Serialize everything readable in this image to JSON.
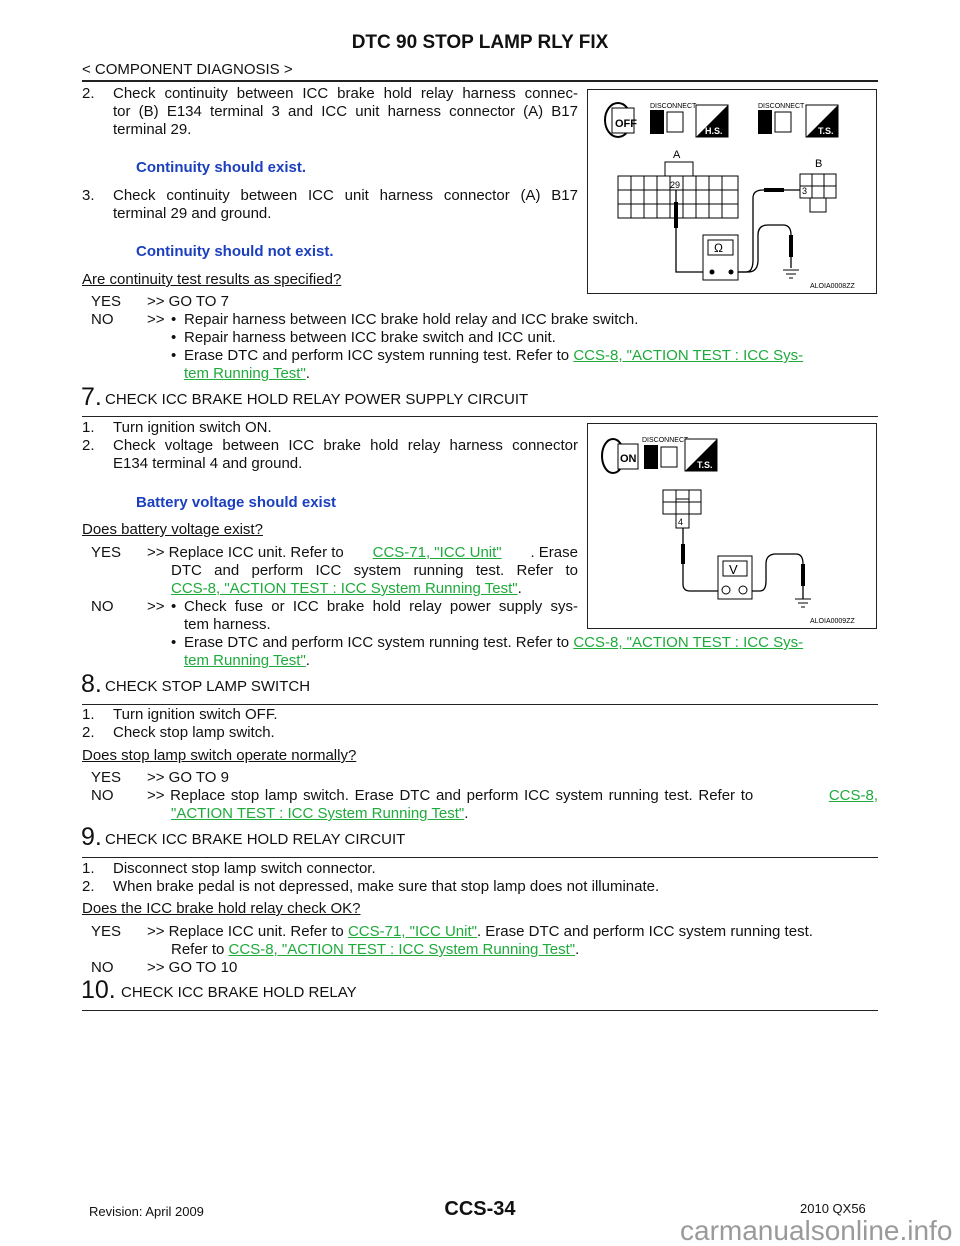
{
  "header": {
    "title": "DTC 90 STOP LAMP RLY FIX",
    "section": "< COMPONENT DIAGNOSIS >"
  },
  "step6_cont": {
    "items": [
      {
        "num": "2.",
        "lines": [
          "Check continuity between ICC brake hold relay harness connec-",
          "tor (B) E134 terminal 3 and ICC unit harness connector (A) B17",
          "terminal 29."
        ]
      },
      {
        "num": "3.",
        "lines": [
          "Check continuity between ICC unit harness connector (A) B17",
          "terminal 29 and ground."
        ]
      }
    ],
    "spec1": "Continuity should exist.",
    "spec2": "Continuity should not exist.",
    "question": "Are continuity test results as specified?",
    "yes_label": "YES",
    "yes_text": ">> GO TO 7",
    "no_label": "NO",
    "no_arrow": ">>",
    "no_bullets": [
      "Repair harness between ICC brake hold relay and ICC brake switch.",
      "Repair harness between ICC brake switch and ICC unit.",
      "Erase DTC and perform ICC system running test. Refer to "
    ],
    "link1": "CCS-8, \"ACTION TEST : ICC Sys-",
    "link1b": "tem Running Test\"",
    "figure": {
      "code": "ALOIA0008ZZ",
      "disconnect": "DISCONNECT",
      "off": "OFF",
      "hs": "H.S.",
      "ts": "T.S.",
      "conn_a": "A",
      "conn_b": "B",
      "term_a": "29",
      "term_b": "3",
      "meter": "Ω"
    }
  },
  "step7": {
    "num": "7.",
    "title": "CHECK ICC BRAKE HOLD RELAY POWER SUPPLY CIRCUIT",
    "items": [
      {
        "num": "1.",
        "lines": [
          "Turn ignition switch ON."
        ]
      },
      {
        "num": "2.",
        "lines": [
          "Check voltage between ICC brake hold relay harness connector",
          "E134 terminal 4 and ground."
        ]
      }
    ],
    "spec": "Battery voltage should exist",
    "question": "Does battery voltage exist?",
    "yes_label": "YES",
    "yes_l1a": ">> Replace ICC unit. Refer to ",
    "yes_link1": "CCS-71, \"ICC Unit\"",
    "yes_l1b": ". Erase",
    "yes_l2": "DTC and perform ICC system running test. Refer to",
    "yes_link2": "CCS-8, \"ACTION TEST : ICC System Running Test\"",
    "no_label": "NO",
    "no_arrow": ">>",
    "no_b1a": "Check fuse or ICC brake hold relay power supply sys-",
    "no_b1b": "tem harness.",
    "no_b2": "Erase DTC and perform ICC system running test. Refer to ",
    "no_link1": "CCS-8, \"ACTION TEST : ICC Sys-",
    "no_link1b": "tem Running Test\"",
    "figure": {
      "code": "ALOIA0009ZZ",
      "disconnect": "DISCONNECT",
      "on": "ON",
      "ts": "T.S.",
      "term": "4",
      "meter": "V"
    }
  },
  "step8": {
    "num": "8.",
    "title": "CHECK STOP LAMP SWITCH",
    "items": [
      {
        "num": "1.",
        "text": "Turn ignition switch OFF."
      },
      {
        "num": "2.",
        "text": "Check stop lamp switch."
      }
    ],
    "question": "Does stop lamp switch operate normally?",
    "yes_label": "YES",
    "yes_text": ">> GO TO 9",
    "no_label": "NO",
    "no_text": ">> Replace stop lamp switch. Erase DTC and perform ICC system running test. Refer to ",
    "no_link": "CCS-8,",
    "no_link2": "\"ACTION TEST : ICC System Running Test\""
  },
  "step9": {
    "num": "9.",
    "title": "CHECK ICC BRAKE HOLD RELAY CIRCUIT",
    "items": [
      {
        "num": "1.",
        "text": "Disconnect stop lamp switch connector."
      },
      {
        "num": "2.",
        "text": "When brake pedal is not depressed, make sure that stop lamp does not illuminate."
      }
    ],
    "question": "Does the ICC brake hold relay check OK?",
    "yes_label": "YES",
    "yes_a": ">> Replace ICC unit. Refer to ",
    "yes_link1": "CCS-71, \"ICC Unit\"",
    "yes_b": ". Erase DTC and perform ICC system running test.",
    "yes_c": "Refer to ",
    "yes_link2": "CCS-8, \"ACTION TEST : ICC System Running Test\"",
    "no_label": "NO",
    "no_text": ">> GO TO 10"
  },
  "step10": {
    "num": "10.",
    "title": "CHECK ICC BRAKE HOLD RELAY"
  },
  "footer": {
    "revision": "Revision: April 2009",
    "page": "CCS-34",
    "model": "2010 QX56",
    "watermark": "carmanualsonline.info"
  },
  "punct": {
    "dot": ".",
    "bullet": "•"
  }
}
